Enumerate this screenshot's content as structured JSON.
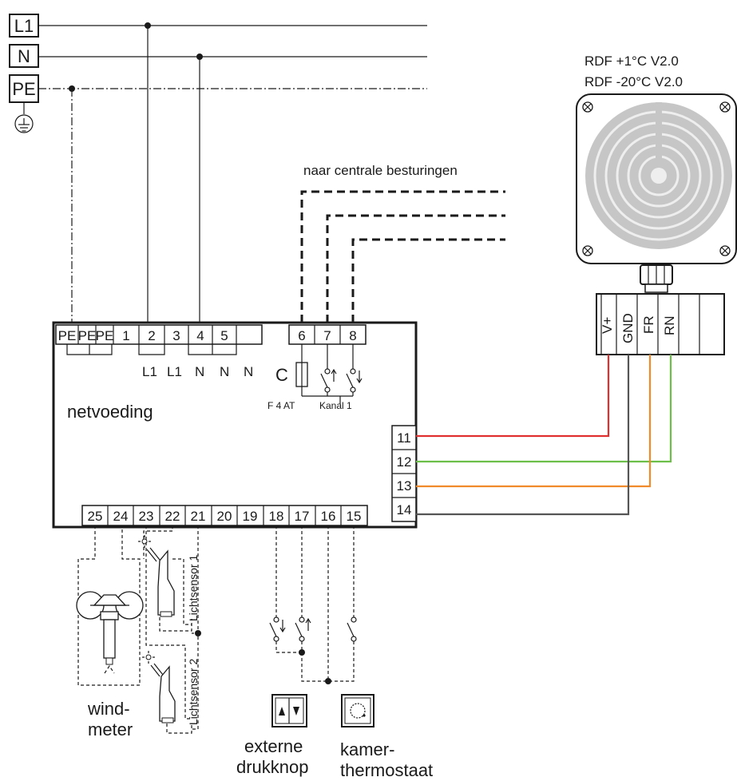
{
  "supply": {
    "l1": "L1",
    "n": "N",
    "pe": "PE"
  },
  "sensor": {
    "title1": "RDF +1°C V2.0",
    "title2": "RDF -20°C V2.0",
    "pins": [
      "V+",
      "GND",
      "FR",
      "RN"
    ]
  },
  "central_label": "naar centrale besturingen",
  "controller": {
    "top_terminals": [
      "PE",
      "PE",
      "PE",
      "1",
      "2",
      "3",
      "4",
      "5",
      "6",
      "7",
      "8"
    ],
    "top_sublabels": [
      "L1",
      "L1",
      "N",
      "N",
      "N"
    ],
    "fuse_letter": "C",
    "fuse_label": "F 4 AT",
    "kanal_label": "Kanal 1",
    "power_label": "netvoeding",
    "right_terminals": [
      "11",
      "12",
      "13",
      "14"
    ],
    "bottom_terminals": [
      "25",
      "24",
      "23",
      "22",
      "21",
      "20",
      "19",
      "18",
      "17",
      "16",
      "15"
    ]
  },
  "lichtsensor1": "Lichtsensor 1",
  "lichtsensor2": "Lichtsensor 2",
  "windmeter": {
    "line1": "wind-",
    "line2": "meter"
  },
  "drukknop": {
    "line1": "externe",
    "line2": "drukknop"
  },
  "thermostaat": {
    "line1": "kamer-",
    "line2": "thermostaat"
  },
  "wire_colors": {
    "v_plus": "#e03030",
    "gnd": "#555555",
    "fr": "#f08a2a",
    "rn": "#6cc04a"
  }
}
